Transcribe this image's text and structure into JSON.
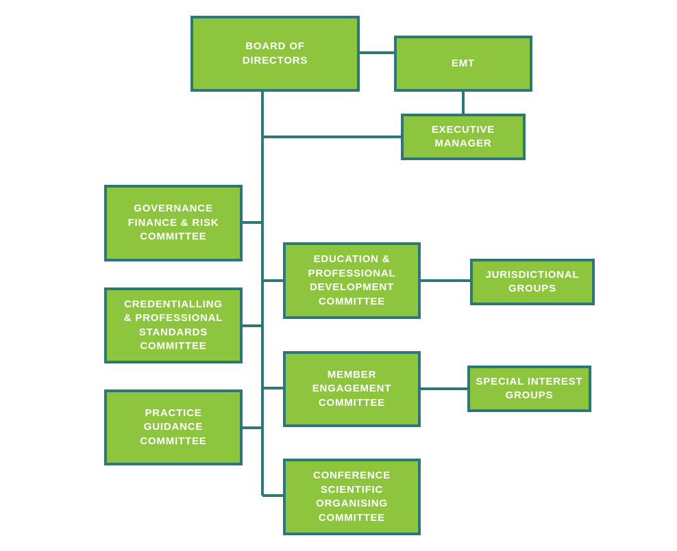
{
  "org_chart": {
    "nodes": {
      "board": "BOARD OF\nDIRECTORS",
      "emt": "EMT",
      "executive_manager": "EXECUTIVE\nMANAGER",
      "governance": "GOVERNANCE\nFINANCE & RISK\nCOMMITTEE",
      "credentialling": "CREDENTIALLING\n& PROFESSIONAL\nSTANDARDS\nCOMMITTEE",
      "practice": "PRACTICE\nGUIDANCE\nCOMMITTEE",
      "education": "EDUCATION &\nPROFESSIONAL\nDEVELOPMENT\nCOMMITTEE",
      "member": "MEMBER\nENGAGEMENT\nCOMMITTEE",
      "conference": "CONFERENCE\nSCIENTIFIC\nORGANISING\nCOMMITTEE",
      "jurisdictional": "JURISDICTIONAL\nGROUPS",
      "special_interest": "SPECIAL INTEREST\nGROUPS"
    },
    "colors": {
      "box_fill": "#8dc53f",
      "border_and_lines": "#2d7876",
      "text": "#ffffff"
    }
  }
}
